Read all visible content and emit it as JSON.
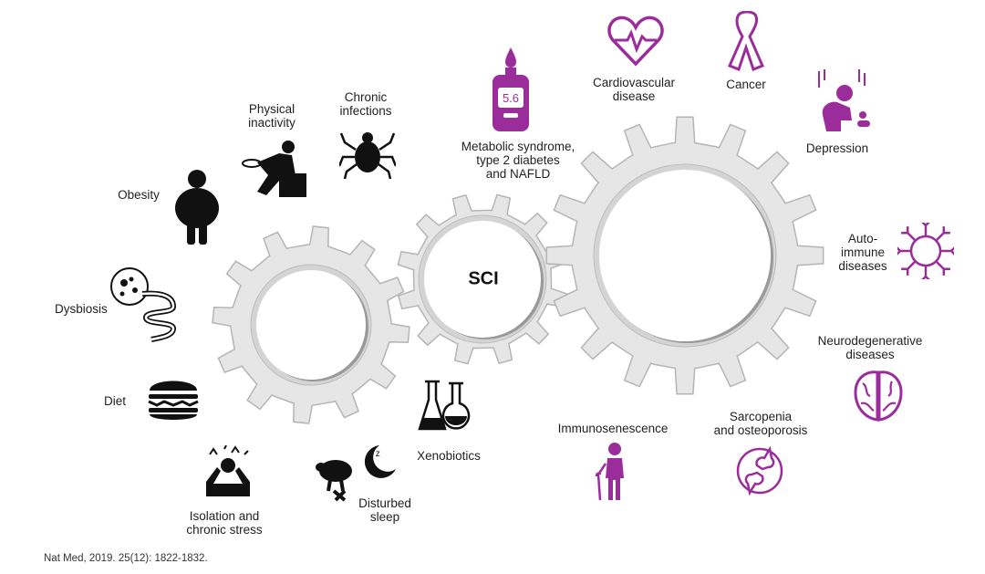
{
  "center": {
    "label": "SCI"
  },
  "left_factors": {
    "obesity": "Obesity",
    "physical_inactivity": "Physical\ninactivity",
    "chronic_infections": "Chronic\ninfections",
    "dysbiosis": "Dysbiosis",
    "diet": "Diet",
    "isolation": "Isolation and\nchronic stress",
    "disturbed_sleep": "Disturbed\nsleep",
    "xenobiotics": "Xenobiotics"
  },
  "right_outcomes": {
    "metabolic": "Metabolic syndrome,\ntype 2 diabetes\nand NAFLD",
    "glucose_reading": "5.6",
    "cardiovascular": "Cardiovascular\ndisease",
    "cancer": "Cancer",
    "depression": "Depression",
    "autoimmune": "Auto-\nimmune\ndiseases",
    "neurodegenerative": "Neurodegenerative\ndiseases",
    "sarcopenia": "Sarcopenia\nand osteoporosis",
    "immunosenescence": "Immunosenescence"
  },
  "citation": "Nat Med, 2019. 25(12): 1822-1832.",
  "colors": {
    "accent": "#9b2d9b",
    "icon_dark": "#111111",
    "gear": "#e6e6e6",
    "gear_stroke": "#b5b5b5"
  }
}
